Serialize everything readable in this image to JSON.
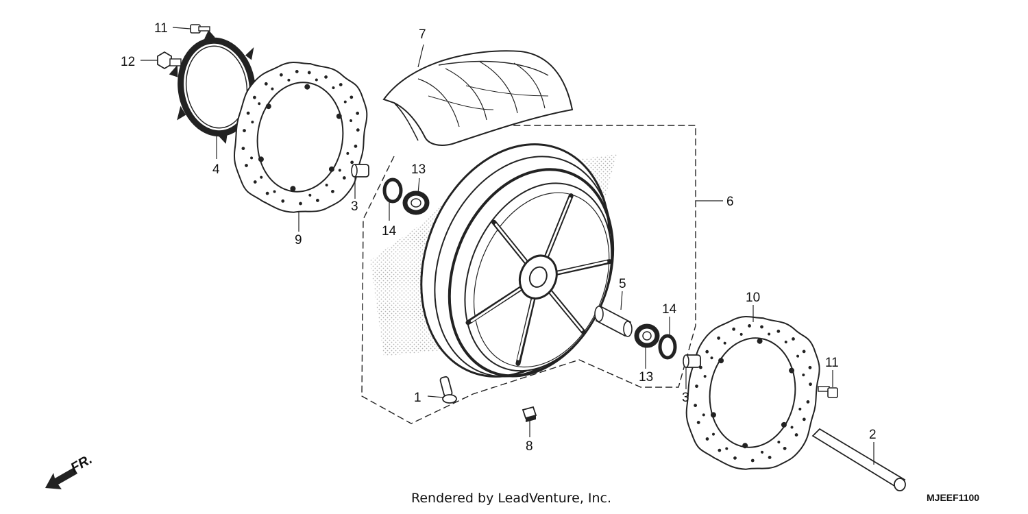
{
  "diagram": {
    "callouts": [
      "1",
      "2",
      "3",
      "3",
      "4",
      "5",
      "6",
      "7",
      "8",
      "9",
      "10",
      "11",
      "11",
      "12",
      "13",
      "13",
      "14",
      "14"
    ],
    "direction_label": "FR.",
    "credit": "Rendered by LeadVenture, Inc.",
    "diagram_code": "MJEEF1100"
  }
}
